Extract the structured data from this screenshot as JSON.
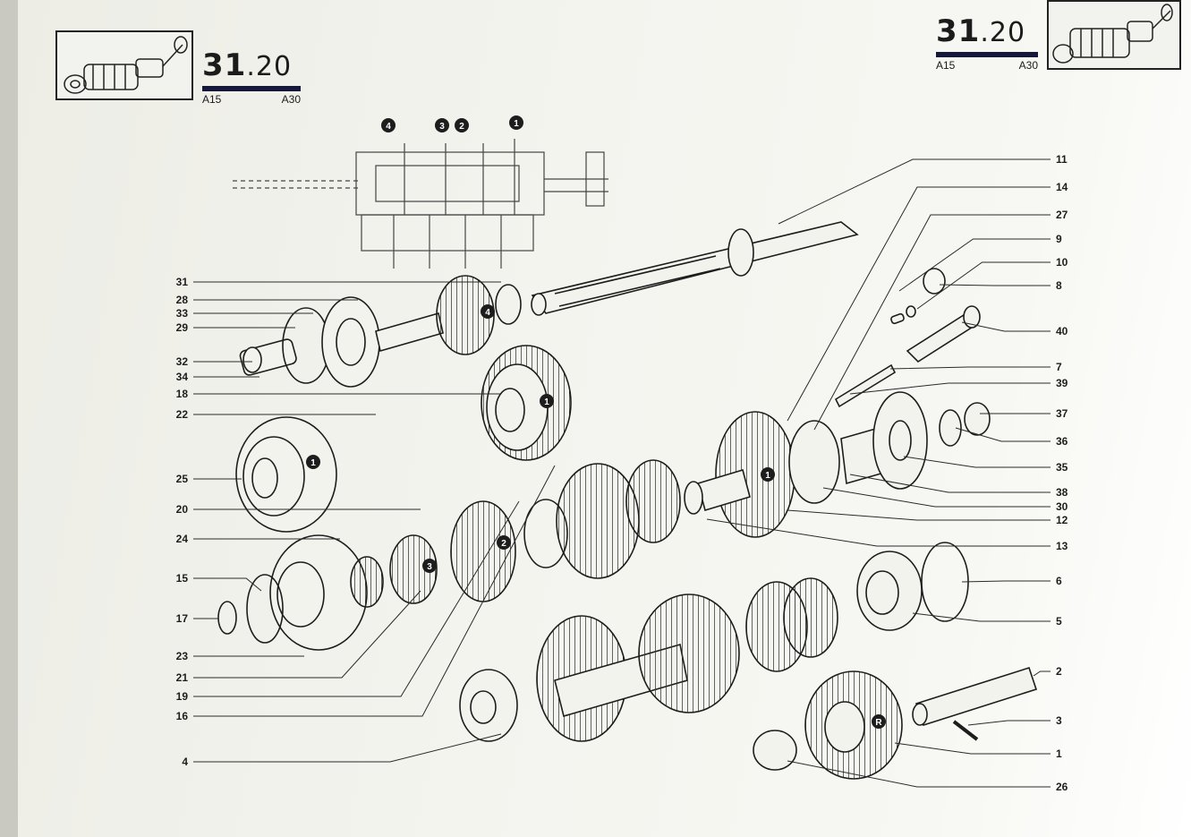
{
  "header_left": {
    "section_major": "31",
    "section_minor": ".20",
    "model_a": "A15",
    "model_b": "A30"
  },
  "header_right": {
    "section_major": "31",
    "section_minor": ".20",
    "model_a": "A15",
    "model_b": "A30"
  },
  "overview_markers": [
    "4",
    "3",
    "2",
    "1"
  ],
  "callouts_left": [
    "31",
    "28",
    "33",
    "29",
    "32",
    "34",
    "18",
    "22",
    "25",
    "20",
    "24",
    "15",
    "17",
    "23",
    "21",
    "19",
    "16",
    "4"
  ],
  "callouts_right": [
    "11",
    "14",
    "27",
    "9",
    "10",
    "8",
    "40",
    "7",
    "39",
    "37",
    "36",
    "35",
    "38",
    "30",
    "12",
    "13",
    "6",
    "5",
    "2",
    "3",
    "1",
    "26"
  ],
  "part_markers": [
    "4",
    "1",
    "1",
    "3",
    "2",
    "1",
    "R"
  ],
  "colors": {
    "ink": "#1d1d1d",
    "bar": "#15183a",
    "paper": "#f4f4ef"
  }
}
